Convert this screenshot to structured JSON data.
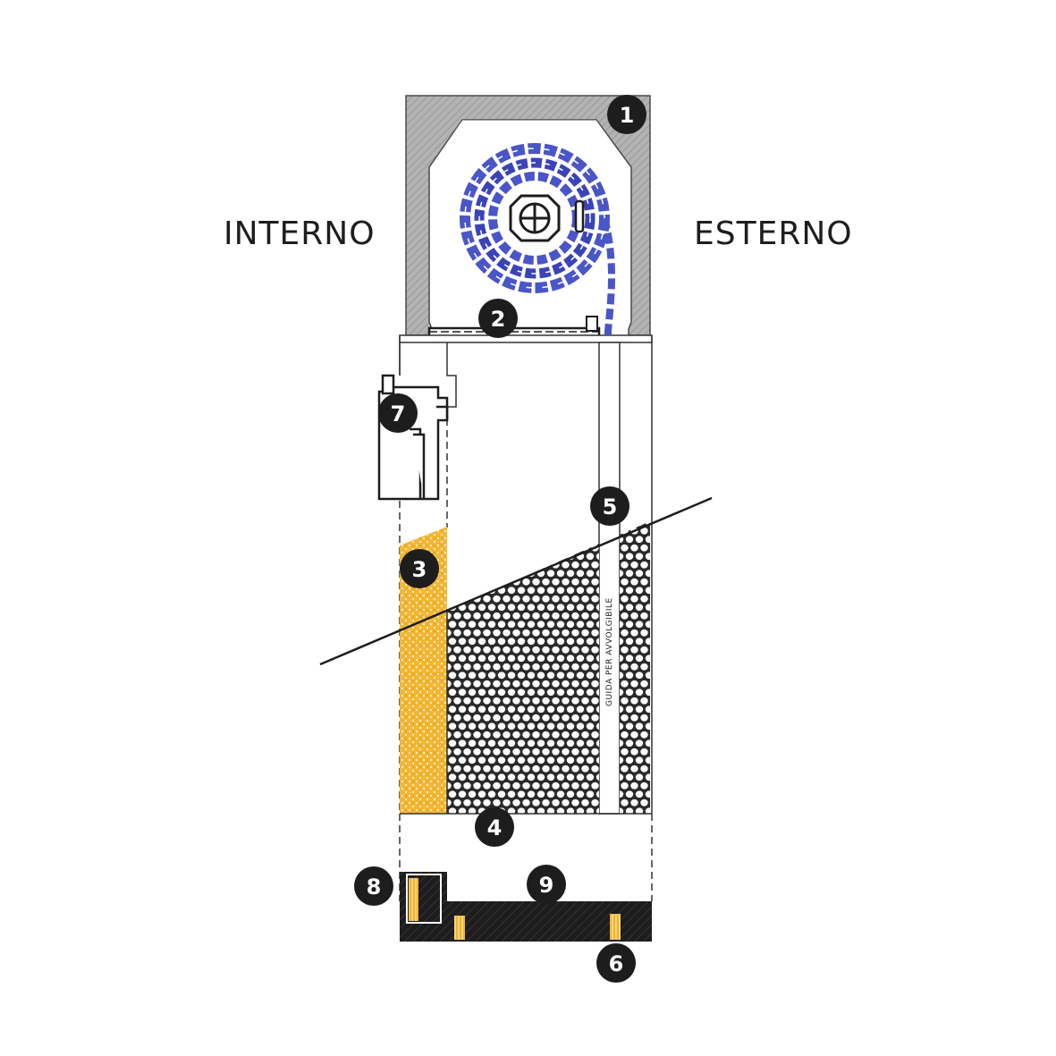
{
  "labels": {
    "interior": "INTERNO",
    "exterior": "ESTERNO",
    "guide_rail": "GUIDA PER AVVOLGIBILE"
  },
  "callouts": [
    "1",
    "2",
    "3",
    "4",
    "5",
    "6",
    "7",
    "8",
    "9"
  ],
  "colors": {
    "background": "#ffffff",
    "box_gray": "#aeaeae",
    "roller_blue": "#4a55c8",
    "insulation_gold": "#f2b333",
    "dark": "#1d1d1d",
    "line": "#222222"
  }
}
